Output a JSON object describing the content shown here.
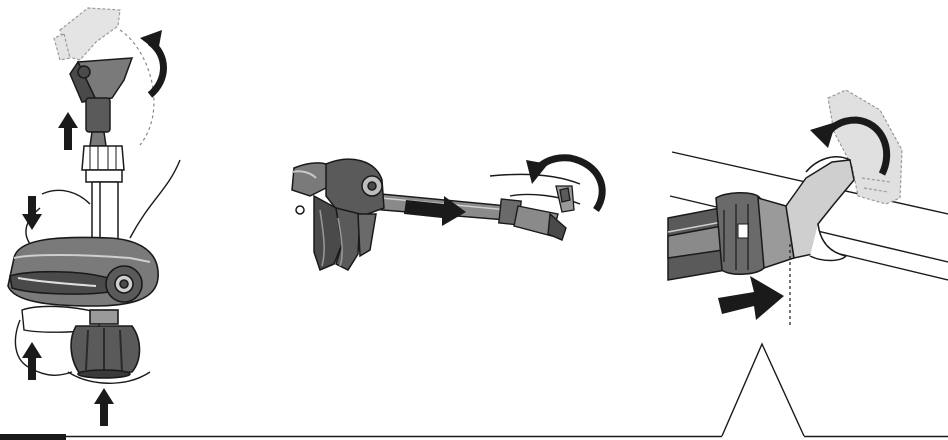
{
  "figure": {
    "panels": [
      {
        "id": "step-1",
        "description_icons": [
          "arrow-up-icon",
          "arrow-down-icon",
          "curved-arrow-icon"
        ]
      },
      {
        "id": "step-2",
        "description_icons": [
          "arrow-right-icon",
          "curved-arrow-icon"
        ]
      },
      {
        "id": "step-3",
        "description_icons": [
          "arrow-right-icon",
          "curved-arrow-icon"
        ]
      }
    ],
    "colors": {
      "line": "#1a1a1a",
      "dark_part": "#4a4a4a",
      "mid_part": "#7a7a7a",
      "light_part": "#b5b5b5",
      "ghost_part": "#d6d6d6",
      "callout_bar": "#1a1a1a"
    }
  }
}
